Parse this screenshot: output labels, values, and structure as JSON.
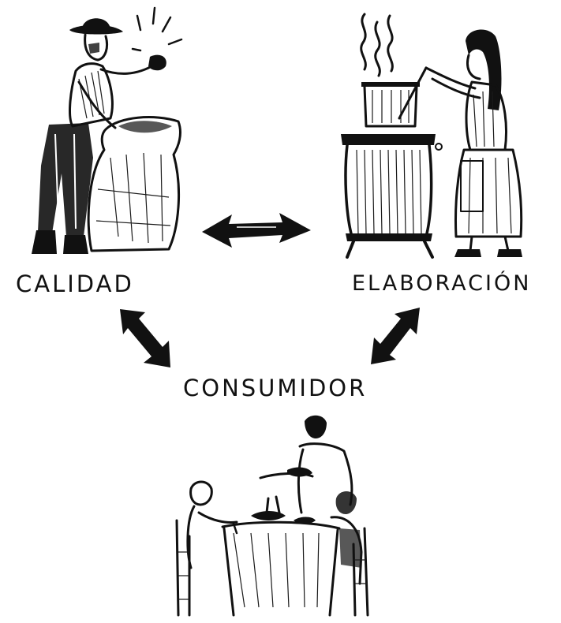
{
  "nodes": {
    "quality": {
      "label": "CALIDAD"
    },
    "elaboration": {
      "label": "ELABORACIÓN"
    },
    "consumer": {
      "label": "CONSUMIDOR"
    }
  },
  "edges": [
    {
      "from": "quality",
      "to": "elaboration",
      "direction": "bidirectional"
    },
    {
      "from": "quality",
      "to": "consumer",
      "direction": "bidirectional"
    },
    {
      "from": "elaboration",
      "to": "consumer",
      "direction": "bidirectional"
    }
  ],
  "style": {
    "ink_color": "#111111",
    "background": "#ffffff"
  }
}
